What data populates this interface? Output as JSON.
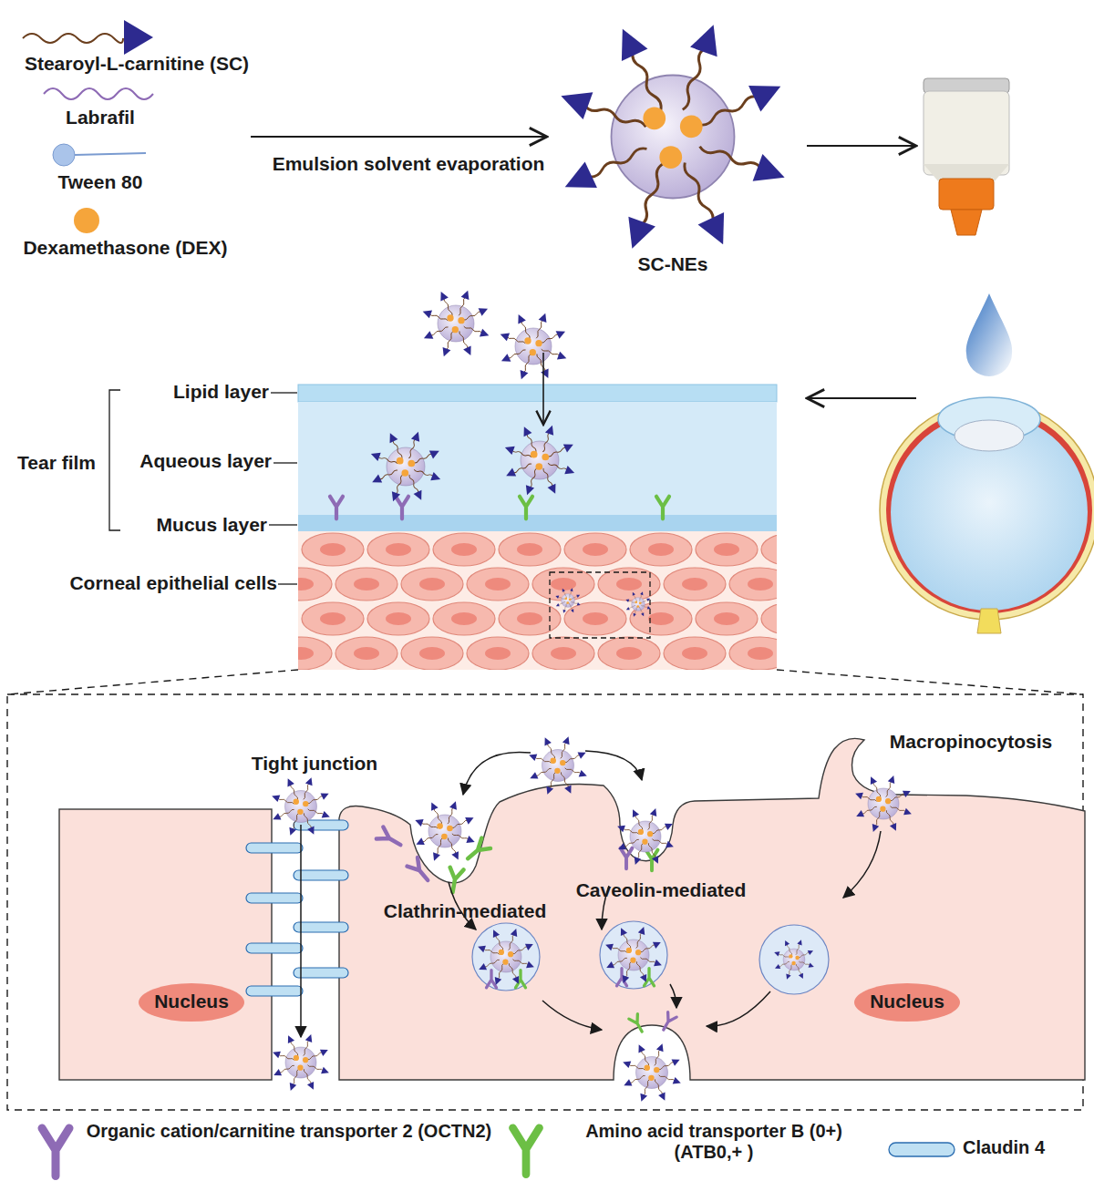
{
  "diagram": {
    "nodes": [
      {
        "text": [
          "SC-NEs"
        ]
      },
      {
        "text": [
          "Nucleus"
        ]
      },
      {
        "text": [
          "Nucleus"
        ]
      }
    ],
    "labels": [
      "Emulsion solvent evaporation",
      "Lipid layer",
      "Aqueous layer",
      "Mucus layer",
      "Tear film",
      "Corneal epithelial cells",
      "Tight junction",
      "Clathrin-mediated",
      "Caveolin-mediated",
      "Macropinocytosis"
    ],
    "legend": [
      {
        "text": "Stearoyl-L-carnitine (SC)"
      },
      {
        "text": "Labrafil"
      },
      {
        "text": "Tween 80"
      },
      {
        "text": "Dexamethasone (DEX)"
      },
      {
        "text": "Organic cation/carnitine transporter 2 (OCTN2)"
      },
      {
        "text": "Amino acid transporter B (0+) (ATB0,+ )"
      },
      {
        "text": "Claudin 4"
      }
    ]
  }
}
